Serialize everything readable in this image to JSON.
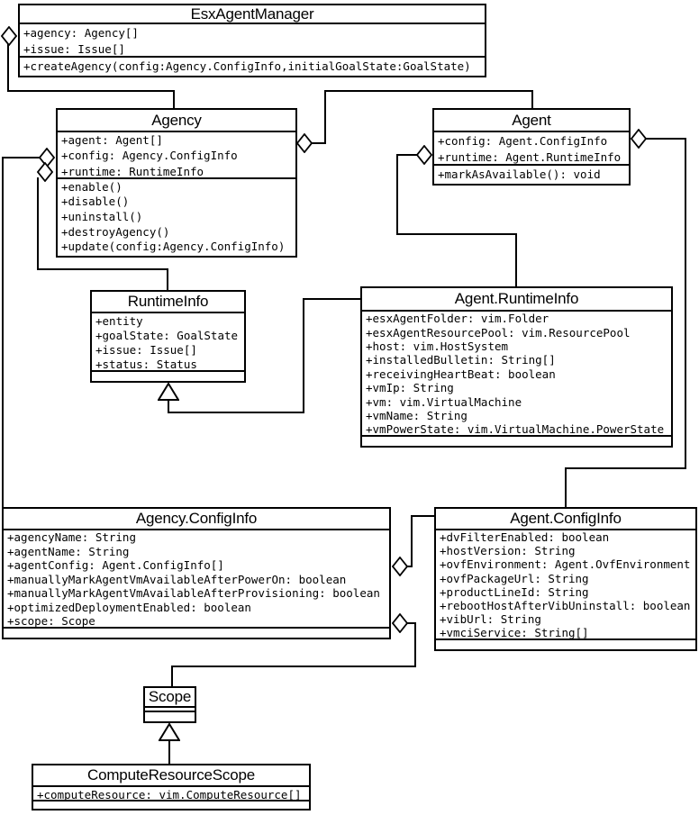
{
  "diagram": {
    "title": "EsxAgentManager class diagram",
    "colors": {
      "line": "#000000",
      "fill": "#ffffff",
      "text": "#000000"
    },
    "classes": [
      {
        "id": "esx-agent-manager",
        "name": "EsxAgentManager",
        "attributes": [
          "+agency: Agency[]",
          "+issue: Issue[]"
        ],
        "methods": [
          "+createAgency(config:Agency.ConfigInfo,initialGoalState:GoalState)"
        ]
      },
      {
        "id": "agency",
        "name": "Agency",
        "attributes": [
          "+agent: Agent[]",
          "+config: Agency.ConfigInfo",
          "+runtime: RuntimeInfo"
        ],
        "methods": [
          "+enable()",
          "+disable()",
          "+uninstall()",
          "+destroyAgency()",
          "+update(config:Agency.ConfigInfo)"
        ]
      },
      {
        "id": "agent",
        "name": "Agent",
        "attributes": [
          "+config: Agent.ConfigInfo",
          "+runtime: Agent.RuntimeInfo"
        ],
        "methods": [
          "+markAsAvailable(): void"
        ]
      },
      {
        "id": "runtime-info",
        "name": "RuntimeInfo",
        "attributes": [
          "+entity",
          "+goalState: GoalState",
          "+issue: Issue[]",
          "+status: Status"
        ],
        "methods": []
      },
      {
        "id": "agent-runtime-info",
        "name": "Agent.RuntimeInfo",
        "attributes": [
          "+esxAgentFolder: vim.Folder",
          "+esxAgentResourcePool: vim.ResourcePool",
          "+host: vim.HostSystem",
          "+installedBulletin: String[]",
          "+receivingHeartBeat: boolean",
          "+vmIp: String",
          "+vm: vim.VirtualMachine",
          "+vmName: String",
          "+vmPowerState: vim.VirtualMachine.PowerState"
        ],
        "methods": []
      },
      {
        "id": "agency-config-info",
        "name": "Agency.ConfigInfo",
        "attributes": [
          "+agencyName: String",
          "+agentName: String",
          "+agentConfig: Agent.ConfigInfo[]",
          "+manuallyMarkAgentVmAvailableAfterPowerOn: boolean",
          "+manuallyMarkAgentVmAvailableAfterProvisioning: boolean",
          "+optimizedDeploymentEnabled: boolean",
          "+scope: Scope"
        ],
        "methods": []
      },
      {
        "id": "agent-config-info",
        "name": "Agent.ConfigInfo",
        "attributes": [
          "+dvFilterEnabled: boolean",
          "+hostVersion: String",
          "+ovfEnvironment: Agent.OvfEnvironment",
          "+ovfPackageUrl: String",
          "+productLineId: String",
          "+rebootHostAfterVibUninstall: boolean",
          "+vibUrl: String",
          "+vmciService: String[]"
        ],
        "methods": []
      },
      {
        "id": "scope",
        "name": "Scope",
        "attributes": [],
        "methods": []
      },
      {
        "id": "compute-resource-scope",
        "name": "ComputeResourceScope",
        "attributes": [
          "+computeResource: vim.ComputeResource[]"
        ],
        "methods": []
      }
    ],
    "relationships": [
      {
        "id": "esx-agency",
        "from": "EsxAgentManager",
        "to": "Agency",
        "type": "aggregation"
      },
      {
        "id": "agency-agent",
        "from": "Agency",
        "to": "Agent",
        "type": "aggregation"
      },
      {
        "id": "agency-agency-config",
        "from": "Agency",
        "to": "Agency.ConfigInfo",
        "type": "aggregation"
      },
      {
        "id": "agency-runtime",
        "from": "Agency",
        "to": "RuntimeInfo",
        "type": "aggregation"
      },
      {
        "id": "agent-agent-runtime",
        "from": "Agent",
        "to": "Agent.RuntimeInfo",
        "type": "aggregation"
      },
      {
        "id": "agent-agent-config",
        "from": "Agent",
        "to": "Agent.ConfigInfo",
        "type": "aggregation"
      },
      {
        "id": "agency-config-agent-config",
        "from": "Agency.ConfigInfo",
        "to": "Agent.ConfigInfo",
        "type": "aggregation"
      },
      {
        "id": "agency-config-scope",
        "from": "Agency.ConfigInfo",
        "to": "Scope",
        "type": "aggregation"
      },
      {
        "id": "agent-runtime-generalization",
        "from": "Agent.RuntimeInfo",
        "to": "RuntimeInfo",
        "type": "generalization"
      },
      {
        "id": "crs-scope-generalization",
        "from": "ComputeResourceScope",
        "to": "Scope",
        "type": "generalization"
      }
    ]
  }
}
